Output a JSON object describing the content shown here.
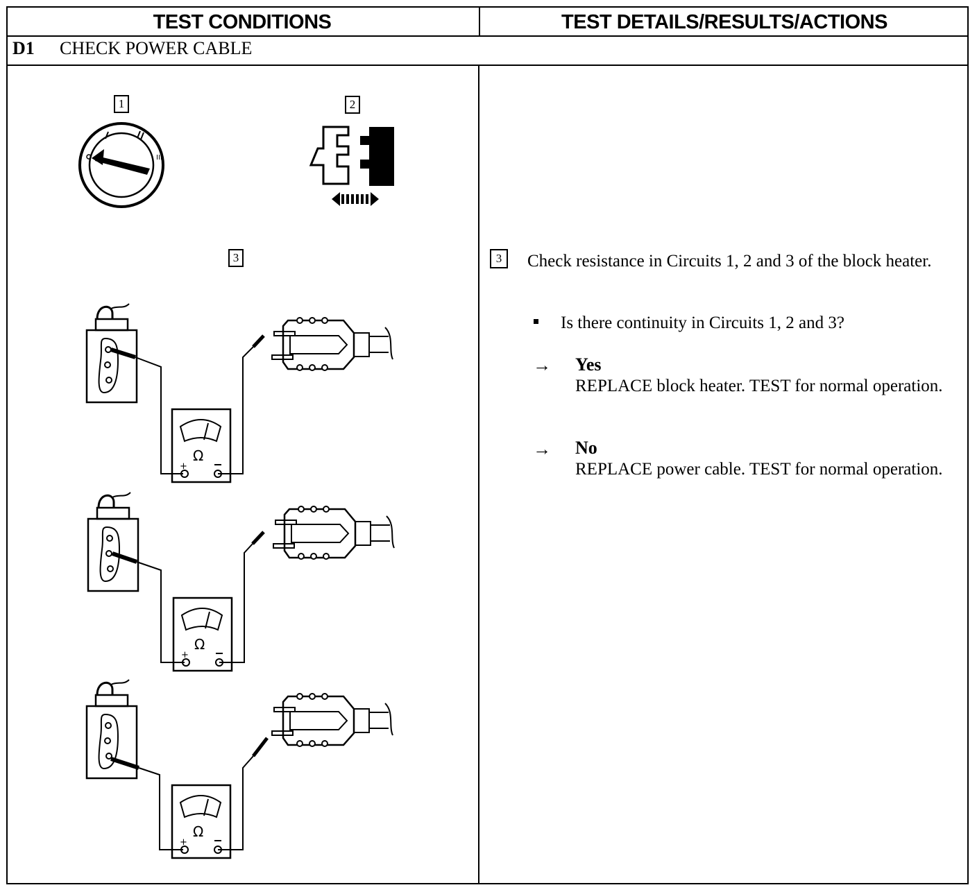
{
  "header": {
    "left_title": "TEST CONDITIONS",
    "right_title": "TEST DETAILS/RESULTS/ACTIONS"
  },
  "step": {
    "id": "D1",
    "title": "CHECK POWER CABLE"
  },
  "conditions": {
    "figure_numbers": [
      "1",
      "2",
      "3"
    ],
    "meter_symbol": "Ω",
    "plus_sign": "+",
    "minus_sign": "−"
  },
  "details": {
    "figure_number": "3",
    "instruction": "Check resistance in Circuits 1, 2 and 3 of the block heater.",
    "question": "Is there continuity in Circuits 1, 2 and 3?",
    "results": [
      {
        "arrow": "→",
        "label": "Yes",
        "action": "REPLACE block heater. TEST for normal operation."
      },
      {
        "arrow": "→",
        "label": "No",
        "action": "REPLACE power cable. TEST for normal operation."
      }
    ]
  }
}
